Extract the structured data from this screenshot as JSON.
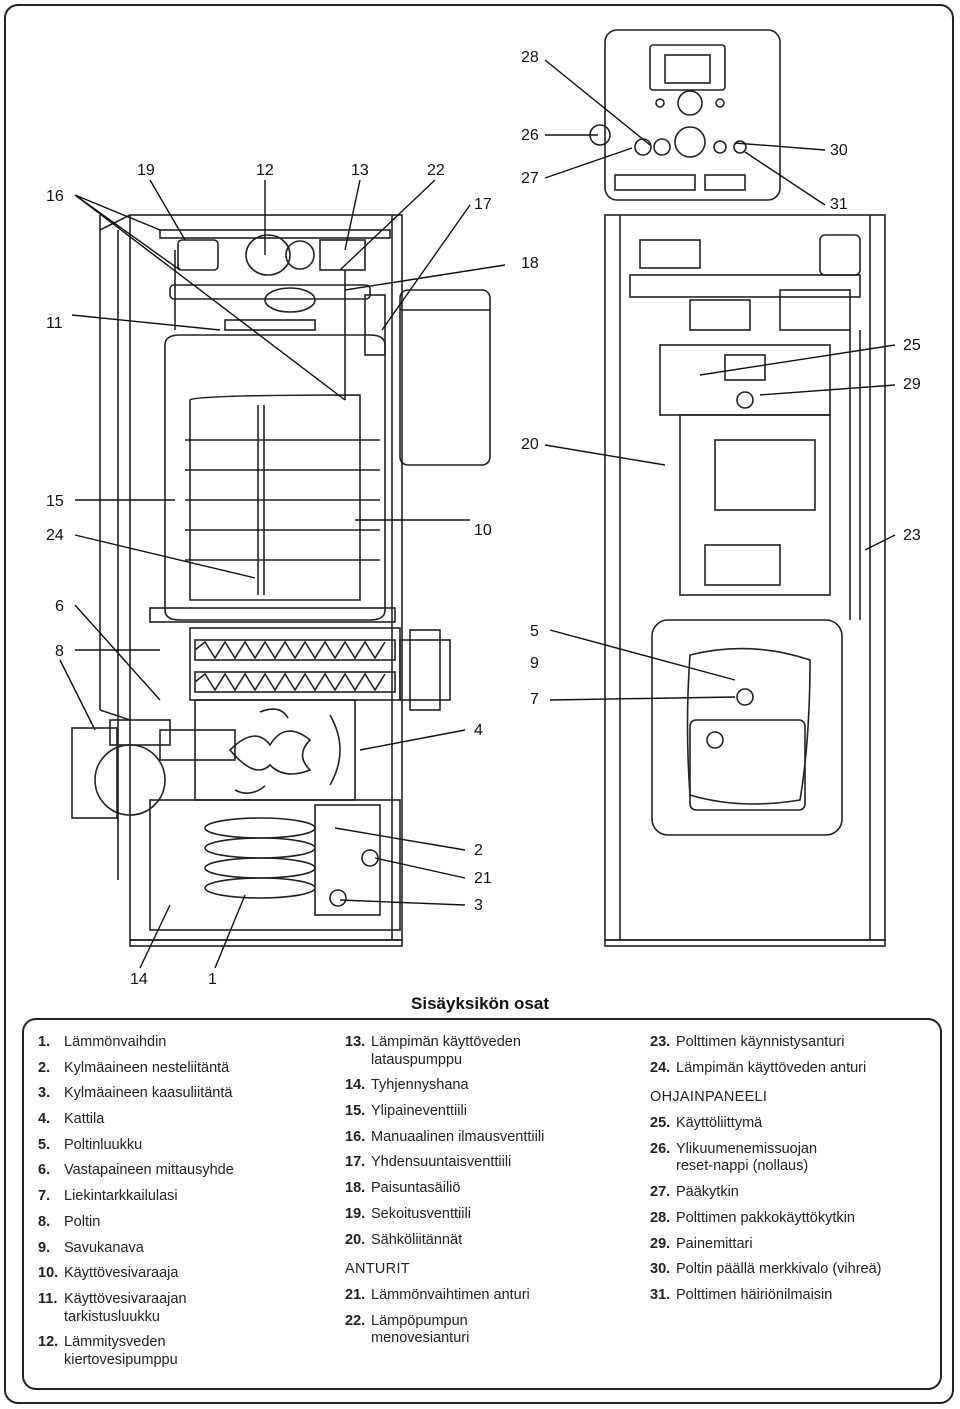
{
  "callouts": [
    "28",
    "26",
    "27",
    "30",
    "31",
    "16",
    "19",
    "12",
    "13",
    "22",
    "17",
    "18",
    "11",
    "25",
    "29",
    "20",
    "15",
    "10",
    "24",
    "23",
    "6",
    "5",
    "8",
    "9",
    "7",
    "4",
    "2",
    "21",
    "3",
    "14",
    "1"
  ],
  "legend": {
    "title": "Sisäyksikön osat",
    "col1": [
      {
        "num": "1.",
        "text": "Lämmönvaihdin"
      },
      {
        "num": "2.",
        "text": "Kylmäaineen nesteliitäntä"
      },
      {
        "num": "3.",
        "text": "Kylmäaineen kaasuliitäntä"
      },
      {
        "num": "4.",
        "text": "Kattila"
      },
      {
        "num": "5.",
        "text": "Poltinluukku"
      },
      {
        "num": "6.",
        "text": "Vastapaineen mittausyhde"
      },
      {
        "num": "7.",
        "text": "Liekintarkkailulasi"
      },
      {
        "num": "8.",
        "text": "Poltin"
      },
      {
        "num": "9.",
        "text": "Savukanava"
      },
      {
        "num": "10.",
        "text": "Käyttövesivaraaja"
      },
      {
        "num": "11.",
        "text": "Käyttövesivaraajan\ntarkistusluukku"
      },
      {
        "num": "12.",
        "text": "Lämmitysveden\nkiertovesipumppu"
      }
    ],
    "col2": [
      {
        "num": "13.",
        "text": "Lämpimän käyttöveden\nlatauspumppu"
      },
      {
        "num": "14.",
        "text": "Tyhjennyshana"
      },
      {
        "num": "15.",
        "text": "Ylipaineventtiili"
      },
      {
        "num": "16.",
        "text": "Manuaalinen ilmausventtiili"
      },
      {
        "num": "17.",
        "text": "Yhdensuuntaisventtiili"
      },
      {
        "num": "18.",
        "text": "Paisuntasäiliö"
      },
      {
        "num": "19.",
        "text": "Sekoitusventtiili"
      },
      {
        "num": "20.",
        "text": "Sähköliitännät"
      }
    ],
    "col2_section": "ANTURIT",
    "col2b": [
      {
        "num": "21.",
        "text": "Lämmönvaihtimen anturi"
      },
      {
        "num": "22.",
        "text": "Lämpöpumpun\nmenovesianturi"
      }
    ],
    "col3": [
      {
        "num": "23.",
        "text": "Polttimen käynnistysanturi"
      },
      {
        "num": "24.",
        "text": "Lämpimän käyttöveden anturi"
      }
    ],
    "col3_section": "OHJAINPANEELI",
    "col3b": [
      {
        "num": "25.",
        "text": "Käyttöliittymä"
      },
      {
        "num": "26.",
        "text": "Ylikuumenemissuojan\nreset-nappi (nollaus)"
      },
      {
        "num": "27.",
        "text": "Pääkytkin"
      },
      {
        "num": "28.",
        "text": "Polttimen pakkokäyttökytkin"
      },
      {
        "num": "29.",
        "text": "Painemittari"
      },
      {
        "num": "30.",
        "text": "Poltin päällä merkkivalo (vihreä)"
      },
      {
        "num": "31.",
        "text": "Polttimen häiriönilmaisin"
      }
    ]
  }
}
